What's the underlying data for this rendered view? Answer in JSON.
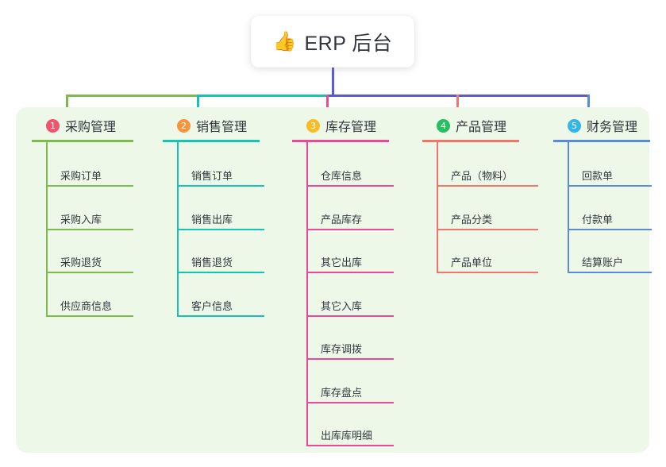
{
  "root": {
    "icon": "thumbs-up-icon",
    "icon_glyph": "👍",
    "title": "ERP 后台"
  },
  "colors": {
    "panel_background": "#eef8e9",
    "page_background": "#ffffff",
    "text": "#32373d",
    "trunk_blue": "#5b5bd6",
    "branch_green": "#7dbb4e",
    "branch_teal": "#17c3b2",
    "branch_pink": "#ec4899",
    "branch_red": "#f2756b",
    "branch_blue": "#5b8ad6"
  },
  "columns": [
    {
      "number": "1",
      "title": "采购管理",
      "badge_color": "#f2536e",
      "line_color": "#7dbb4e",
      "items": [
        "采购订单",
        "采购入库",
        "采购退货",
        "供应商信息"
      ]
    },
    {
      "number": "2",
      "title": "销售管理",
      "badge_color": "#f5953d",
      "line_color": "#17c3b2",
      "items": [
        "销售订单",
        "销售出库",
        "销售退货",
        "客户信息"
      ]
    },
    {
      "number": "3",
      "title": "库存管理",
      "badge_color": "#f7bd24",
      "line_color": "#ec4899",
      "items": [
        "仓库信息",
        "产品库存",
        "其它出库",
        "其它入库",
        "库存调拨",
        "库存盘点",
        "出库库明细"
      ]
    },
    {
      "number": "4",
      "title": "产品管理",
      "badge_color": "#28bf63",
      "line_color": "#f2756b",
      "items": [
        "产品（物料）",
        "产品分类",
        "产品单位"
      ]
    },
    {
      "number": "5",
      "title": "财务管理",
      "badge_color": "#33b5e8",
      "line_color": "#5b8ad6",
      "items": [
        "回款单",
        "付款单",
        "结算账户"
      ]
    }
  ]
}
